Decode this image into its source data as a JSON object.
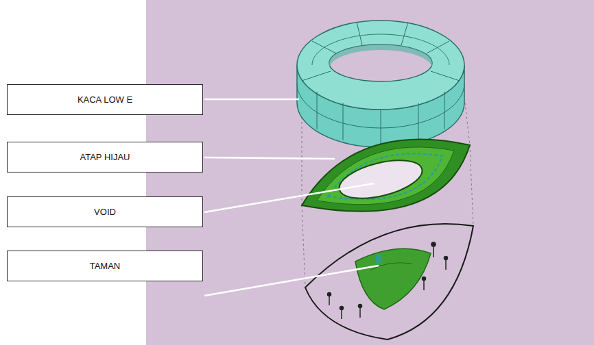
{
  "diagram": {
    "nodes": [
      {
        "text": [
          "KACA LOW E"
        ]
      },
      {
        "text": [
          "ATAP HIJAU"
        ]
      },
      {
        "text": [
          "VOID"
        ]
      },
      {
        "text": [
          "TAMAN"
        ]
      }
    ]
  }
}
